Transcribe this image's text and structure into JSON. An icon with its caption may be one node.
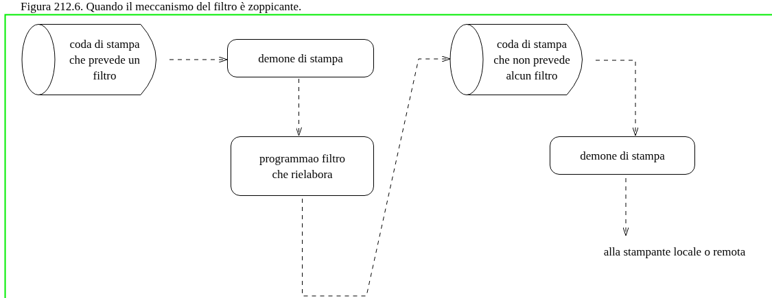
{
  "diagram": {
    "title": "Figura 212.6. Quando il meccanismo del filtro è zoppicante.",
    "nodes": [
      {
        "text": [
          "coda di stampa che prevede un filtro"
        ]
      },
      {
        "text": [
          "demone di stampa"
        ]
      },
      {
        "text": [
          "programmao filtro che rielabora"
        ]
      },
      {
        "text": [
          "coda di stampa che non prevede alcun filtro"
        ]
      },
      {
        "text": [
          "demone di stampa"
        ]
      },
      {
        "text": [
          "alla stampante locale o remota"
        ]
      }
    ],
    "edges": [
      {
        "from": 0,
        "to": 1,
        "arrow": "to",
        "style": "dashed"
      },
      {
        "from": 1,
        "to": 2,
        "arrow": "to",
        "style": "dashed"
      },
      {
        "from": 2,
        "to": 3,
        "arrow": "to",
        "style": "dashed"
      },
      {
        "from": 3,
        "to": 4,
        "arrow": "to",
        "style": "dashed"
      },
      {
        "from": 4,
        "to": 5,
        "arrow": "to",
        "style": "dashed"
      }
    ]
  }
}
